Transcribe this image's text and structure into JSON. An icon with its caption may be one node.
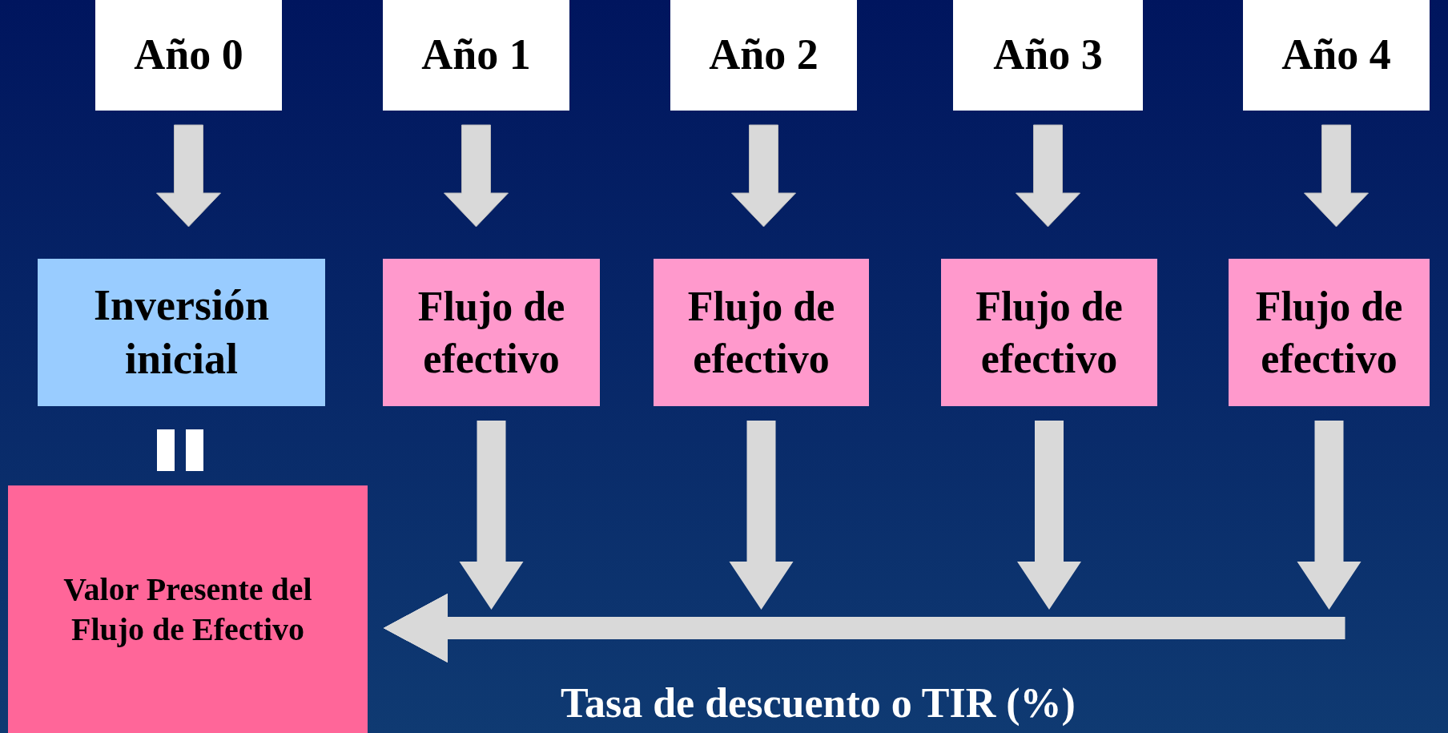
{
  "diagram": {
    "nodes": [
      {
        "text": [
          "Año 0"
        ]
      },
      {
        "text": [
          "Año 1"
        ]
      },
      {
        "text": [
          "Año 2"
        ]
      },
      {
        "text": [
          "Año 3"
        ]
      },
      {
        "text": [
          "Año 4"
        ]
      },
      {
        "text": [
          "Inversión inicial"
        ]
      },
      {
        "text": [
          "Flujo de efectivo"
        ]
      },
      {
        "text": [
          "Flujo de efectivo"
        ]
      },
      {
        "text": [
          "Flujo de efectivo"
        ]
      },
      {
        "text": [
          "Flujo de efectivo"
        ]
      },
      {
        "text": [
          "Valor Presente del Flujo de Efectivo"
        ]
      }
    ],
    "edges": [
      {
        "from": 0,
        "to": 5,
        "arrow": "to"
      },
      {
        "from": 1,
        "to": 6,
        "arrow": "to"
      },
      {
        "from": 2,
        "to": 7,
        "arrow": "to"
      },
      {
        "from": 3,
        "to": 8,
        "arrow": "to"
      },
      {
        "from": 4,
        "to": 9,
        "arrow": "to"
      },
      {
        "from": 6,
        "to": 10,
        "arrow": "to"
      },
      {
        "from": 7,
        "to": 10,
        "arrow": "to"
      },
      {
        "from": 8,
        "to": 10,
        "arrow": "to"
      },
      {
        "from": 9,
        "to": 10,
        "arrow": "to"
      }
    ],
    "labels": [
      "Tasa de descuento o TIR (%)"
    ]
  }
}
